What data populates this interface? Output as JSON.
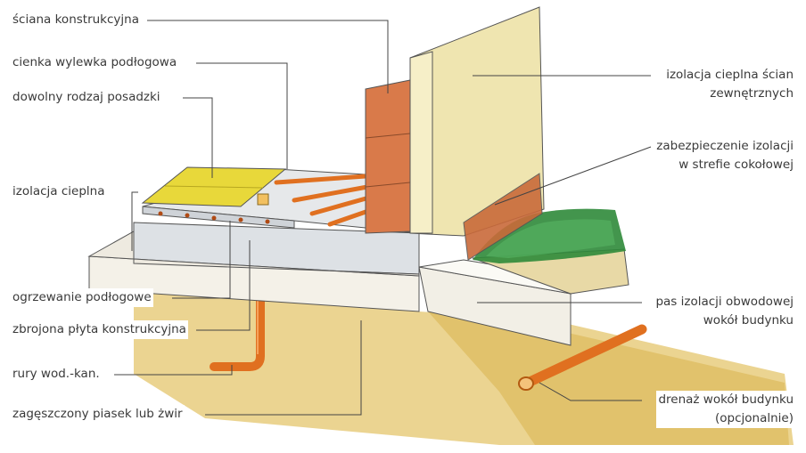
{
  "colors": {
    "wall_render": "#efe5b0",
    "brick": "#d97a4a",
    "concrete_slab": "#d9dde2",
    "insulation": "#f4f1e8",
    "floor_finish": "#e8d83a",
    "pipe": "#e07020",
    "grass": "#2f8a3a",
    "sand": "#e3c36a",
    "leader_line": "#444444"
  },
  "labels_left": [
    {
      "key": "wall",
      "text": "ściana konstrukcyjna"
    },
    {
      "key": "screed",
      "text": "cienka wylewka podłogowa"
    },
    {
      "key": "flooring",
      "text": "dowolny rodzaj posadzki"
    },
    {
      "key": "insulation",
      "text": "izolacja cieplna"
    },
    {
      "key": "heating",
      "text": "ogrzewanie podłogowe"
    },
    {
      "key": "slab",
      "text": "zbrojona płyta konstrukcyjna"
    },
    {
      "key": "pipes",
      "text": "rury wod.-kan."
    },
    {
      "key": "sand",
      "text": "zagęszczony piasek lub żwir"
    }
  ],
  "labels_right": [
    {
      "key": "wall_insulation",
      "lines": [
        "izolacja cieplna ścian",
        "zewnętrznych"
      ]
    },
    {
      "key": "plinth",
      "lines": [
        "zabezpieczenie izolacji",
        "w strefie cokołowej"
      ]
    },
    {
      "key": "perimeter",
      "lines": [
        "pas izolacji obwodowej",
        "wokół budynku"
      ]
    },
    {
      "key": "drainage",
      "lines": [
        "drenaż wokół budynku",
        "(opcjonalnie)"
      ]
    }
  ]
}
